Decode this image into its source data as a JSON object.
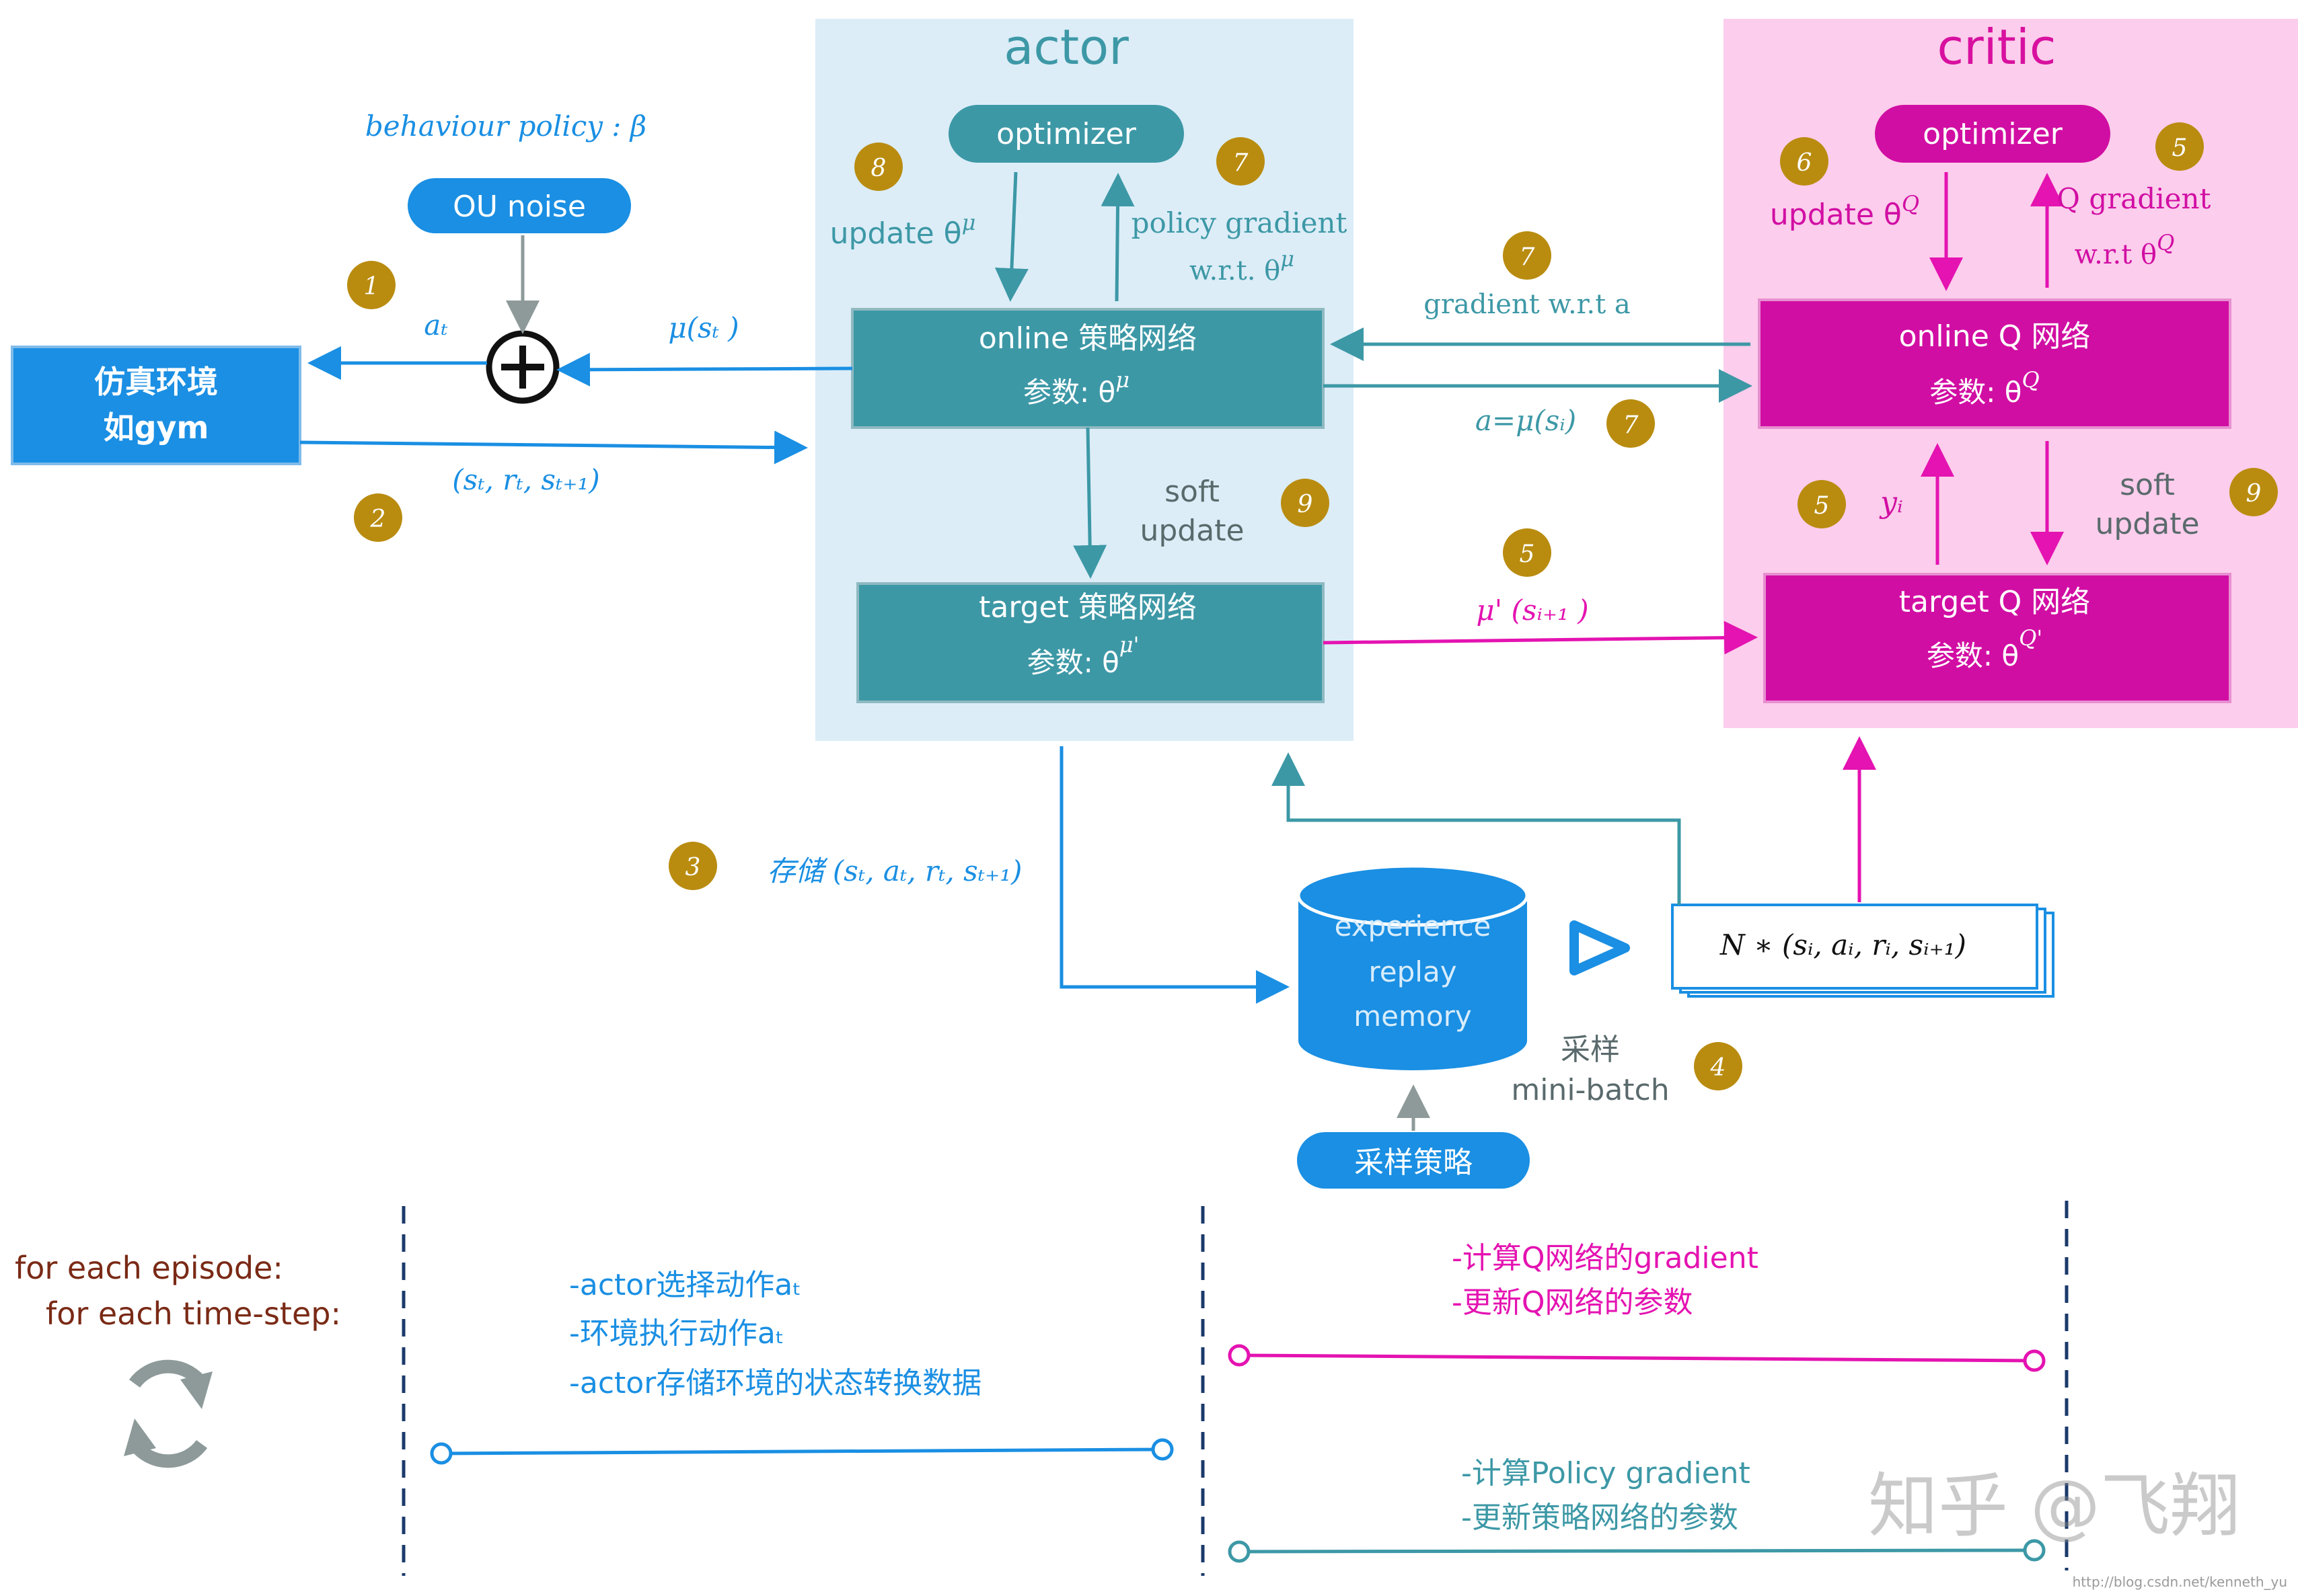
{
  "colors": {
    "blue": "#1a8fe3",
    "teal": "#3d98a6",
    "magenta": "#e413b1",
    "actor_bg": "#dcedf7",
    "critic_bg": "#fccdec",
    "badge": "#b98c10",
    "grey": "#8e9a9a",
    "navy": "#1b3a6b",
    "brown": "#7a2a16"
  },
  "actor": {
    "title": "actor",
    "optimizer": "optimizer",
    "update_label": "update θ",
    "update_sup": "μ",
    "pg_line1": "policy gradient",
    "pg_line2": "w.r.t. θ",
    "pg_sup": "μ",
    "online_title": "online 策略网络",
    "online_param": "参数:  θ",
    "online_sup": "μ",
    "soft_line1": "soft",
    "soft_line2": "update",
    "target_title": "target 策略网络",
    "target_param": "参数:  θ",
    "target_sup": "μ'"
  },
  "critic": {
    "title": "critic",
    "optimizer": "optimizer",
    "update_label": "update θ",
    "update_sup": "Q",
    "qg_line1": "Q gradient",
    "qg_line2": "w.r.t θ",
    "qg_sup": "Q",
    "online_title": "online Q 网络",
    "online_param": "参数:  θ",
    "online_sup": "Q",
    "soft_line1": "soft",
    "soft_line2": "update",
    "target_title": "target Q 网络",
    "target_param": "参数:  θ",
    "target_sup": "Q'",
    "yi_label": "yᵢ"
  },
  "environment": {
    "line1": "仿真环境",
    "line2": "如gym"
  },
  "noise": {
    "behaviour": "behaviour policy : β",
    "ou": "OU noise",
    "plus": "⊕"
  },
  "edges": {
    "at": "aₜ",
    "mu_st": "μ(sₜ )",
    "transition": "(sₜ, rₜ, sₜ₊₁)",
    "grad_wrt_a": "gradient w.r.t a",
    "a_mu_si": "a=μ(sᵢ)",
    "mu_prime_si1": "μ' (sᵢ₊₁ )",
    "store": "存储 (sₜ, aₜ, rₜ, sₜ₊₁)",
    "sample_line1": "采样",
    "sample_line2": "mini-batch"
  },
  "replay": {
    "line1": "experience",
    "line2": "replay",
    "line3": "memory",
    "strategy": "采样策略"
  },
  "batch": {
    "label": "N ∗ (sᵢ, aᵢ, rᵢ, sᵢ₊₁)"
  },
  "badges": {
    "b1": "1",
    "b2": "2",
    "b3": "3",
    "b4": "4",
    "b5a": "5",
    "b5b": "5",
    "b5c": "5",
    "b6": "6",
    "b7a": "7",
    "b7b": "7",
    "b7c": "7",
    "b8": "8",
    "b9a": "9",
    "b9b": "9"
  },
  "loop": {
    "line1": "for each episode:",
    "line2": "for each time-step:"
  },
  "steps": {
    "actor1": "-actor选择动作aₜ",
    "actor2": "-环境执行动作aₜ",
    "actor3": "-actor存储环境的状态转换数据",
    "critic1": "-计算Q网络的gradient",
    "critic2": "-更新Q网络的参数",
    "policy1": "-计算Policy gradient",
    "policy2": "-更新策略网络的参数"
  },
  "watermark": {
    "text": "知乎 @飞翔",
    "url": "http://blog.csdn.net/kenneth_yu"
  }
}
